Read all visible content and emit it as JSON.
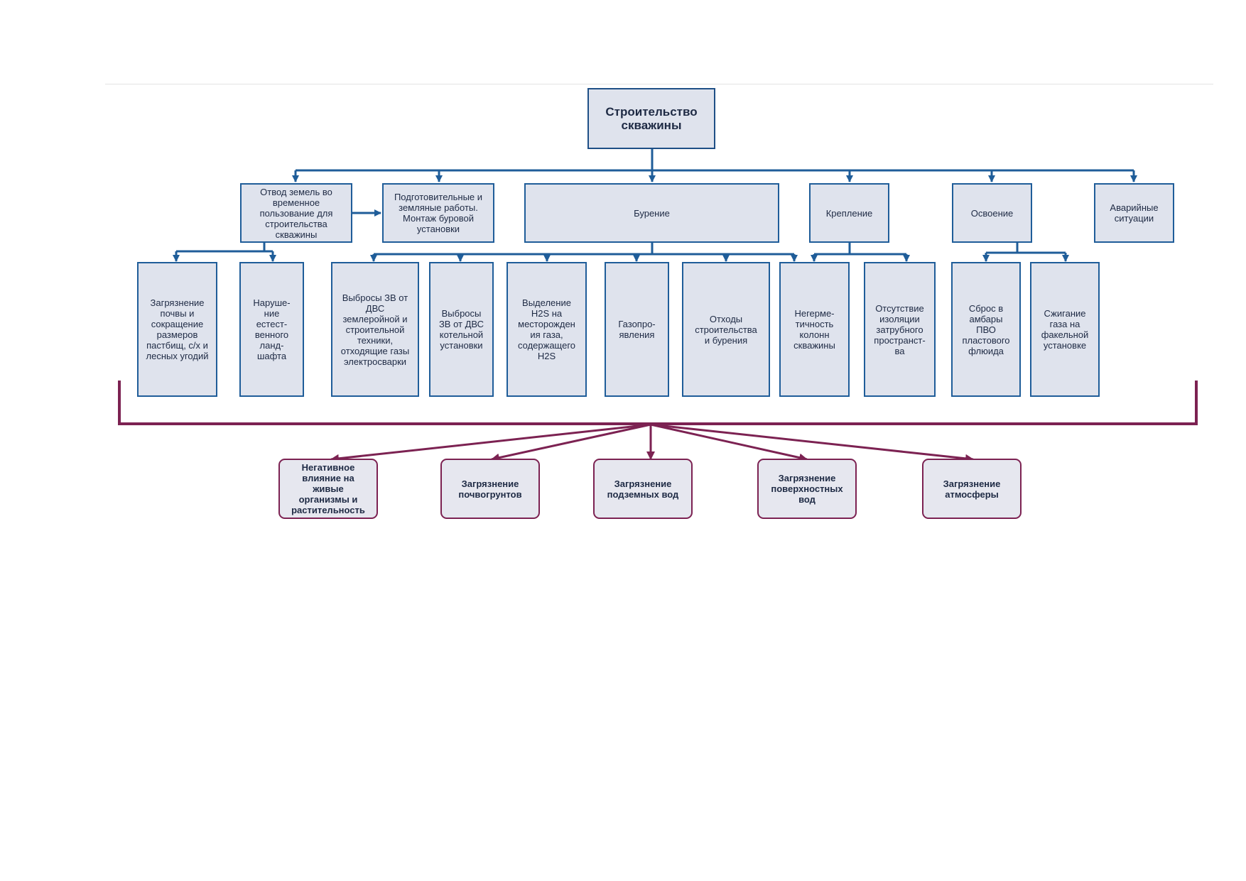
{
  "root": "Строительство\nскважины",
  "stages": {
    "otvod": "Отвод земель во\nвременное\nпользование для\nстроительства\nскважины",
    "podgotov": "Подготовительные и\nземляные работы.\nМонтаж буровой\nустановки",
    "burenie": "Бурение",
    "kreplenie": "Крепление",
    "osvoenie": "Освоение",
    "avariinye": "Аварийные\nситуации"
  },
  "impacts": {
    "zagr_pochvy": "Загрязнение\nпочвы и\nсокращение\nразмеров\nпастбищ, с/х и\nлесных угодий",
    "narushenie": "Наруше-\nние\nестест-\nвенного\nланд-\nшафта",
    "vybrosy_zemler": "Выбросы ЗВ от\nДВС\nземлеройной и\nстроительной\nтехники,\nотходящие газы\nэлектросварки",
    "vybrosy_kotel": "Выбросы\nЗВ от ДВС\nкотельной\nустановки",
    "h2s": "Выделение\nH2S на\nместорожден\nия газа,\nсодержащего\nH2S",
    "gazoproyavleniya": "Газопро-\nявления",
    "othody": "Отходы\nстроительства\nи бурения",
    "negermetichnost": "Негерме-\nтичность\nколонн\nскважины",
    "otsutstvie": "Отсутствие\nизоляции\nзатрубного\nпространст-\nва",
    "sbros": "Сброс в\nамбары\nПВО\nпластового\nфлюида",
    "szhiganie": "Сжигание\nгаза на\nфакельной\nустановке"
  },
  "outcomes": {
    "organizmy": "Негативное\nвлияние на\nживые\nорганизмы и\nрастительность",
    "pochvogrunty": "Загрязнение\nпочвогрунтов",
    "podzemnye": "Загрязнение\nподземных вод",
    "poverkhnostnye": "Загрязнение\nповерхностных\nвод",
    "atmosfera": "Загрязнение\nатмосферы"
  },
  "colors": {
    "blue_line": "#1f5d99",
    "box_fill": "#dfe3ed",
    "maroon_line": "#7c2252"
  }
}
